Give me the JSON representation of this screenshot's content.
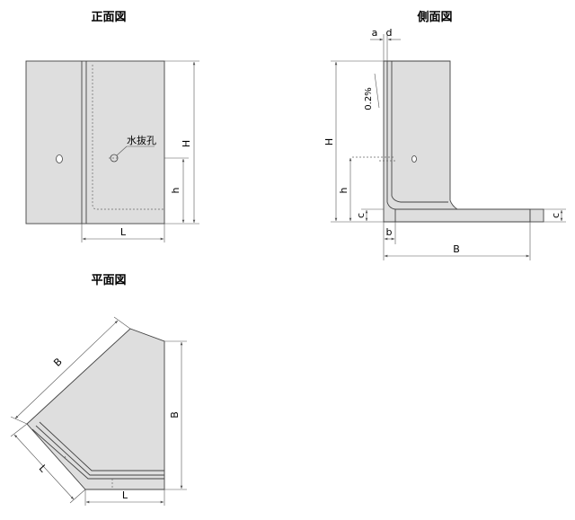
{
  "views": {
    "front": {
      "title": "正面図",
      "labels": {
        "H": "H",
        "h": "h",
        "L": "L",
        "drain_hole": "水抜孔"
      }
    },
    "side": {
      "title": "側面図",
      "labels": {
        "a": "a",
        "d": "d",
        "H": "H",
        "h": "h",
        "c_left": "c",
        "c_right": "c",
        "b": "b",
        "B": "B",
        "slope": "0.2%"
      }
    },
    "plan": {
      "title": "平面図",
      "labels": {
        "B_diag": "B",
        "B_vert": "B",
        "L_diag": "L",
        "L_horz": "L"
      }
    }
  }
}
